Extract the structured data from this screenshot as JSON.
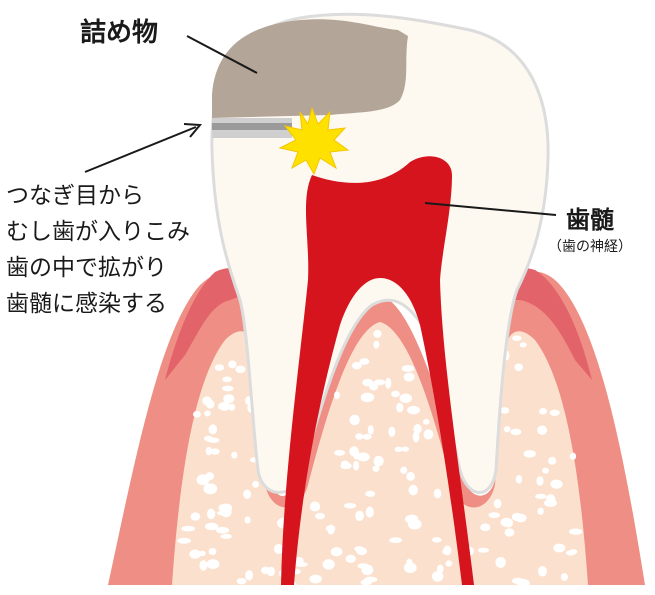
{
  "labels": {
    "filling": "詰め物",
    "cause_lines": [
      "つなぎ目から",
      "むし歯が入りこみ",
      "歯の中で拡がり",
      "歯髄に感染する"
    ],
    "pulp": "歯髄",
    "pulp_sub": "（歯の神経）"
  },
  "colors": {
    "gum": "#ef8e84",
    "gum_edge": "#e2636a",
    "bone": "#fbe1cd",
    "tooth": "#fdf9f0",
    "filling": "#b3a597",
    "pulp": "#d6141e",
    "spark": "#ffe100"
  }
}
